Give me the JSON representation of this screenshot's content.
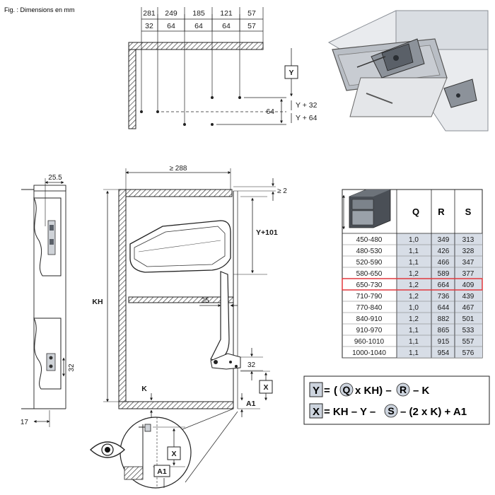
{
  "caption": "Fig. : Dimensions en mm",
  "top_view": {
    "spacing_top": [
      "281",
      "249",
      "185",
      "121",
      "57"
    ],
    "spacing_sub": [
      "32",
      "64",
      "64",
      "64",
      "57"
    ],
    "y_label": "Y",
    "y_plus_32": "Y + 32",
    "y_plus_64": "Y + 64",
    "side_64": "64"
  },
  "side_view": {
    "dim_25_5": "25.5",
    "dim_32": "32",
    "dim_17": "17"
  },
  "cabinet_view": {
    "width_min": "≥ 288",
    "gap_top": "≥ 2",
    "y_plus_101": "Y+101",
    "kh": "KH",
    "dim_25": "25",
    "dim_32": "32",
    "k": "K",
    "x": "X",
    "a1": "A1"
  },
  "detail_view": {
    "x": "X",
    "a1": "A1"
  },
  "table": {
    "headers": [
      "Q",
      "R",
      "S"
    ],
    "rows": [
      [
        "450-480",
        "1,0",
        "349",
        "313"
      ],
      [
        "480-530",
        "1,1",
        "426",
        "328"
      ],
      [
        "520-590",
        "1,1",
        "466",
        "347"
      ],
      [
        "580-650",
        "1,2",
        "589",
        "377"
      ],
      [
        "650-730",
        "1,2",
        "664",
        "409"
      ],
      [
        "710-790",
        "1,2",
        "736",
        "439"
      ],
      [
        "770-840",
        "1,0",
        "644",
        "467"
      ],
      [
        "840-910",
        "1,2",
        "882",
        "501"
      ],
      [
        "910-970",
        "1,1",
        "865",
        "533"
      ],
      [
        "960-1010",
        "1,1",
        "915",
        "557"
      ],
      [
        "1000-1040",
        "1,1",
        "954",
        "576"
      ]
    ],
    "highlight_index": 4,
    "highlight_color": "#e0393e",
    "shade_color": "#d7dde6"
  },
  "formula": {
    "line1": {
      "lhs": "Y",
      "eq": "=",
      "open": "(",
      "q": "Q",
      "mid1": "x KH) –",
      "r": "R",
      "end": "– K"
    },
    "line2": {
      "lhs": "X",
      "eq": "= KH – Y –",
      "s": "S",
      "end": "– (2 x K) + A1"
    },
    "box_color": "#cdd4de"
  }
}
